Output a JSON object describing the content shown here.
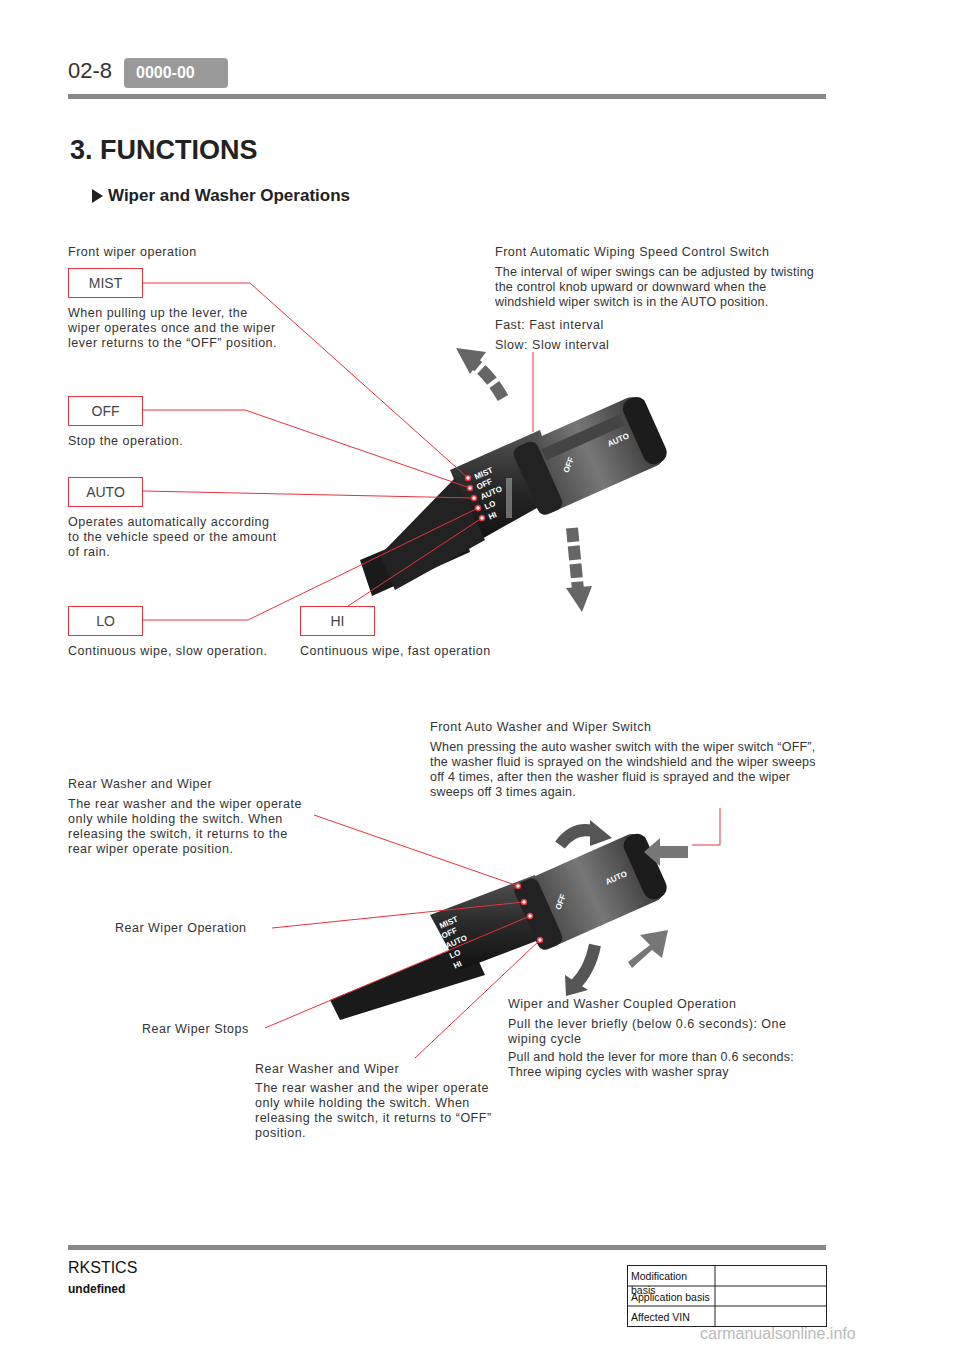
{
  "diagram": {
    "title": "3. FUNCTIONS",
    "nodes": [
      {
        "text": [
          "MIST",
          "When pulling up the lever, the wiper operates once and the wiper lever returns to the “OFF” position."
        ]
      },
      {
        "text": [
          "OFF",
          "Stop the operation."
        ]
      },
      {
        "text": [
          "AUTO",
          "Operates automatically according to the vehicle speed or the amount of rain."
        ]
      },
      {
        "text": [
          "LO",
          "Continuous wipe, slow operation."
        ]
      },
      {
        "text": [
          "HI",
          "Continuous wipe, fast operation"
        ]
      }
    ],
    "labels": [
      "02-8",
      "0000-00",
      "Wiper and Washer Operations",
      "Front wiper operation",
      "Front Automatic Wiping Speed Control Switch",
      "The interval of wiper swings can be adjusted by twisting the control knob upward or downward when the windshield wiper switch is in the AUTO position.",
      "Fast: Fast interval",
      "Slow: Slow interval",
      "Front Auto Washer and Wiper Switch",
      "When pressing the auto washer switch with the wiper switch “OFF”, the washer fluid is sprayed on the windshield and the wiper sweeps off 4 times, after then the washer fluid is sprayed and the wiper sweeps off 3 times again.",
      "Rear Washer and Wiper",
      "The rear washer and the wiper operate only while holding the switch. When releasing the switch, it returns to the rear wiper operate position.",
      "Rear Wiper Operation",
      "Rear Wiper Stops",
      "Rear Washer and Wiper",
      "The rear washer and the wiper operate only while holding the switch. When releasing the switch, it returns to “OFF” position.",
      "Wiper and Washer Coupled Operation",
      "Pull the lever briefly (below 0.6 seconds): One wiping cycle",
      "Pull and hold the lever for more than 0.6 seconds: Three wiping cycles with washer spray",
      "RKSTICS",
      "undefined",
      "Modification basis",
      "Application basis",
      "Affected VIN",
      "carmanualsonline.info",
      "MIST",
      "OFF",
      "AUTO",
      "LO",
      "HI",
      "OFF",
      "AUTO",
      "MIST",
      "OFF",
      "AUTO",
      "LO",
      "HI",
      "OFF",
      "AUTO"
    ]
  }
}
